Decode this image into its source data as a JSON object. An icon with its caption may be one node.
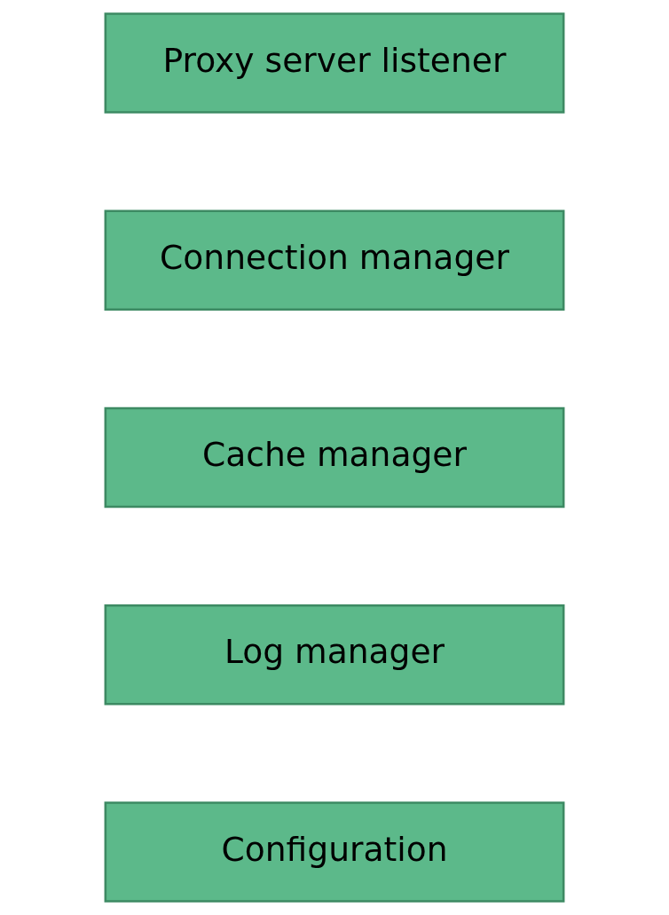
{
  "diagram": {
    "nodes": [
      {
        "text": [
          "Proxy server listener"
        ]
      },
      {
        "text": [
          "Connection manager"
        ]
      },
      {
        "text": [
          "Cache manager"
        ]
      },
      {
        "text": [
          "Log manager"
        ]
      },
      {
        "text": [
          "Configuration"
        ]
      }
    ]
  }
}
